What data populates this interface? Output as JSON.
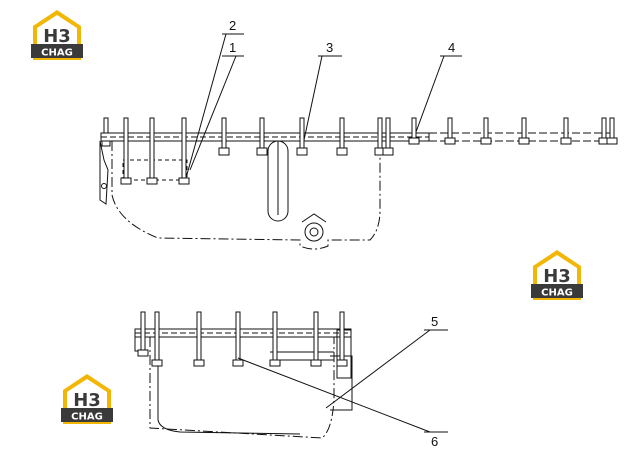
{
  "logos": [
    {
      "mark": "H3",
      "caption": "CHAG"
    },
    {
      "mark": "H3",
      "caption": "CHAG"
    },
    {
      "mark": "H3",
      "caption": "CHAG"
    }
  ],
  "callouts": {
    "c1": "1",
    "c2": "2",
    "c3": "3",
    "c4": "4",
    "c5": "5",
    "c6": "6"
  },
  "colors": {
    "line": "#111111",
    "logo_yellow": "#f2b705",
    "logo_dark": "#3a3a3a",
    "background": "#ffffff"
  }
}
